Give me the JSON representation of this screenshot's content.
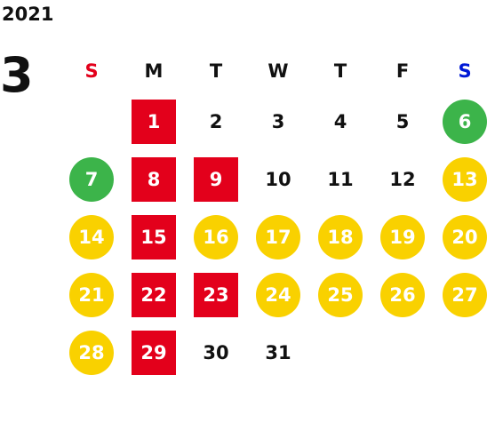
{
  "calendar": {
    "year": "2021",
    "month": "3",
    "weekdays": [
      {
        "label": "S",
        "color": "#e3001b"
      },
      {
        "label": "M",
        "color": "#111111"
      },
      {
        "label": "T",
        "color": "#111111"
      },
      {
        "label": "W",
        "color": "#111111"
      },
      {
        "label": "T",
        "color": "#111111"
      },
      {
        "label": "F",
        "color": "#111111"
      },
      {
        "label": "S",
        "color": "#0019d6"
      }
    ],
    "first_weekday_index": 1,
    "legend_colors": {
      "red": "#e3001b",
      "yellow": "#f9d100",
      "green": "#3cb44a"
    },
    "days": [
      {
        "n": "1",
        "style": "red"
      },
      {
        "n": "2",
        "style": "plain"
      },
      {
        "n": "3",
        "style": "plain"
      },
      {
        "n": "4",
        "style": "plain"
      },
      {
        "n": "5",
        "style": "plain"
      },
      {
        "n": "6",
        "style": "green"
      },
      {
        "n": "7",
        "style": "green"
      },
      {
        "n": "8",
        "style": "red"
      },
      {
        "n": "9",
        "style": "red"
      },
      {
        "n": "10",
        "style": "plain"
      },
      {
        "n": "11",
        "style": "plain"
      },
      {
        "n": "12",
        "style": "plain"
      },
      {
        "n": "13",
        "style": "yellow"
      },
      {
        "n": "14",
        "style": "yellow"
      },
      {
        "n": "15",
        "style": "red"
      },
      {
        "n": "16",
        "style": "yellow"
      },
      {
        "n": "17",
        "style": "yellow"
      },
      {
        "n": "18",
        "style": "yellow"
      },
      {
        "n": "19",
        "style": "yellow"
      },
      {
        "n": "20",
        "style": "yellow"
      },
      {
        "n": "21",
        "style": "yellow"
      },
      {
        "n": "22",
        "style": "red"
      },
      {
        "n": "23",
        "style": "red"
      },
      {
        "n": "24",
        "style": "yellow"
      },
      {
        "n": "25",
        "style": "yellow"
      },
      {
        "n": "26",
        "style": "yellow"
      },
      {
        "n": "27",
        "style": "yellow"
      },
      {
        "n": "28",
        "style": "yellow"
      },
      {
        "n": "29",
        "style": "red"
      },
      {
        "n": "30",
        "style": "plain"
      },
      {
        "n": "31",
        "style": "plain"
      }
    ]
  }
}
